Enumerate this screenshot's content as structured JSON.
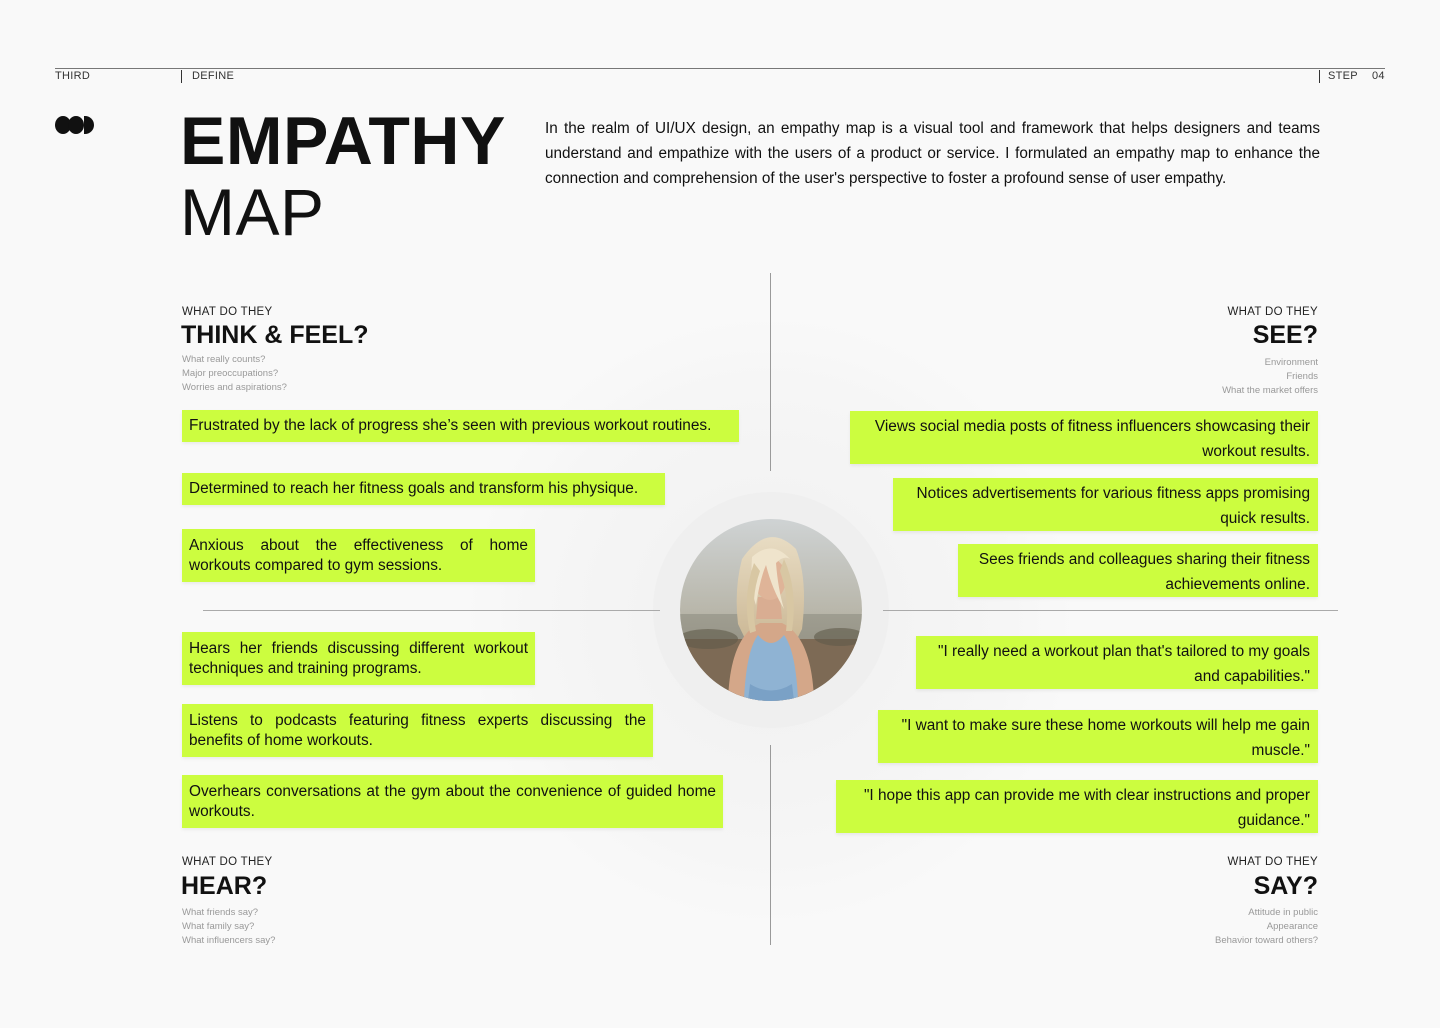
{
  "header": {
    "left_label": "THIRD",
    "section_label": "DEFINE",
    "step_label": "STEP",
    "step_number": "04"
  },
  "logo": {
    "icon": "three-dots-logo-icon"
  },
  "title": {
    "line1": "EMPATHY",
    "line2": "MAP"
  },
  "intro": "In the realm of UI/UX design, an empathy map is a visual tool and framework that helps designers and teams understand and empathize with the users of a product or service. I formulated an empathy map to enhance the connection and comprehension of the user's perspective to foster a profound sense of user empathy.",
  "accent_color": "#ccfd3f",
  "avatar": {
    "icon": "user-portrait-photo"
  },
  "quadrants": {
    "think_feel": {
      "kicker": "WHAT DO THEY",
      "title": "THINK & FEEL?",
      "prompts": [
        "What really counts?",
        "Major preoccupations?",
        "Worries and aspirations?"
      ],
      "notes": [
        "Frustrated by the lack of progress she’s seen with previous workout routines.",
        "Determined to reach her fitness goals and transform his physique.",
        "Anxious about the effectiveness of home workouts compared to gym sessions."
      ]
    },
    "see": {
      "kicker": "WHAT DO THEY",
      "title": "SEE?",
      "prompts": [
        "Environment",
        "Friends",
        "What the market offers"
      ],
      "notes": [
        "Views social media posts of fitness influencers showcasing their workout results.",
        "Notices advertisements for various fitness apps promising quick results.",
        "Sees friends and colleagues sharing their fitness achievements online."
      ]
    },
    "hear": {
      "kicker": "WHAT DO THEY",
      "title": "HEAR?",
      "prompts": [
        "What friends say?",
        "What family say?",
        "What influencers say?"
      ],
      "notes": [
        "Hears her friends discussing different workout techniques and training programs.",
        "Listens to podcasts featuring fitness experts discussing the benefits of home workouts.",
        "Overhears conversations at the gym about the convenience of guided home workouts."
      ]
    },
    "say": {
      "kicker": "WHAT DO THEY",
      "title": "SAY?",
      "prompts": [
        "Attitude in public",
        "Appearance",
        "Behavior toward others?"
      ],
      "notes": [
        "\"I really need a workout plan that's tailored to my goals and capabilities.\"",
        "\"I want to make sure these home workouts will help me gain muscle.\"",
        "\"I hope this app can provide me with clear instructions and proper guidance.\""
      ]
    }
  }
}
